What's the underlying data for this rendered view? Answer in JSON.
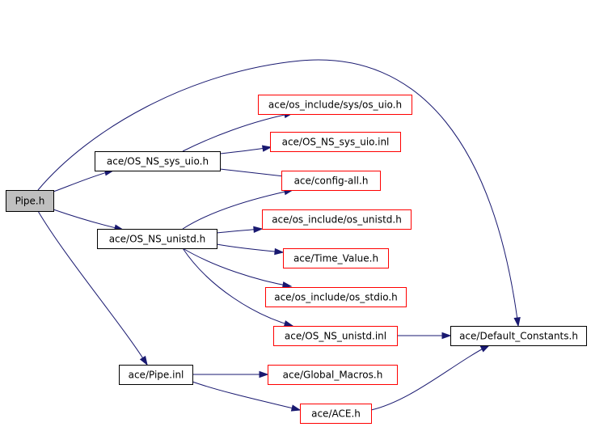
{
  "graph": {
    "colors": {
      "edge": "#191970",
      "root_fill": "#bfbfbf",
      "root_border": "#000000",
      "black_border": "#000000",
      "red_border": "#ff0000",
      "node_fill": "#ffffff"
    },
    "nodes": [
      {
        "id": "pipe_h",
        "label": "Pipe.h",
        "style": "root"
      },
      {
        "id": "os_ns_sys_uio_h",
        "label": "ace/OS_NS_sys_uio.h",
        "style": "black"
      },
      {
        "id": "os_ns_unistd_h",
        "label": "ace/OS_NS_unistd.h",
        "style": "black"
      },
      {
        "id": "pipe_inl",
        "label": "ace/Pipe.inl",
        "style": "black"
      },
      {
        "id": "os_include_sys_os_uio_h",
        "label": "ace/os_include/sys/os_uio.h",
        "style": "red"
      },
      {
        "id": "os_ns_sys_uio_inl",
        "label": "ace/OS_NS_sys_uio.inl",
        "style": "red"
      },
      {
        "id": "config_all_h",
        "label": "ace/config-all.h",
        "style": "red"
      },
      {
        "id": "os_include_os_unistd_h",
        "label": "ace/os_include/os_unistd.h",
        "style": "red"
      },
      {
        "id": "time_value_h",
        "label": "ace/Time_Value.h",
        "style": "red"
      },
      {
        "id": "os_include_os_stdio_h",
        "label": "ace/os_include/os_stdio.h",
        "style": "red"
      },
      {
        "id": "os_ns_unistd_inl",
        "label": "ace/OS_NS_unistd.inl",
        "style": "red"
      },
      {
        "id": "default_constants_h",
        "label": "ace/Default_Constants.h",
        "style": "black"
      },
      {
        "id": "global_macros_h",
        "label": "ace/Global_Macros.h",
        "style": "red"
      },
      {
        "id": "ace_h",
        "label": "ace/ACE.h",
        "style": "red"
      }
    ],
    "edges": [
      {
        "from": "pipe_h",
        "to": "os_ns_sys_uio_h"
      },
      {
        "from": "pipe_h",
        "to": "os_ns_unistd_h"
      },
      {
        "from": "pipe_h",
        "to": "pipe_inl"
      },
      {
        "from": "pipe_h",
        "to": "default_constants_h"
      },
      {
        "from": "os_ns_sys_uio_h",
        "to": "os_include_sys_os_uio_h"
      },
      {
        "from": "os_ns_sys_uio_h",
        "to": "os_ns_sys_uio_inl"
      },
      {
        "from": "os_ns_sys_uio_h",
        "to": "config_all_h"
      },
      {
        "from": "os_ns_unistd_h",
        "to": "config_all_h"
      },
      {
        "from": "os_ns_unistd_h",
        "to": "os_include_os_unistd_h"
      },
      {
        "from": "os_ns_unistd_h",
        "to": "time_value_h"
      },
      {
        "from": "os_ns_unistd_h",
        "to": "os_include_os_stdio_h"
      },
      {
        "from": "os_ns_unistd_h",
        "to": "os_ns_unistd_inl"
      },
      {
        "from": "os_ns_unistd_inl",
        "to": "default_constants_h"
      },
      {
        "from": "pipe_inl",
        "to": "global_macros_h"
      },
      {
        "from": "pipe_inl",
        "to": "ace_h"
      },
      {
        "from": "ace_h",
        "to": "default_constants_h"
      }
    ]
  }
}
